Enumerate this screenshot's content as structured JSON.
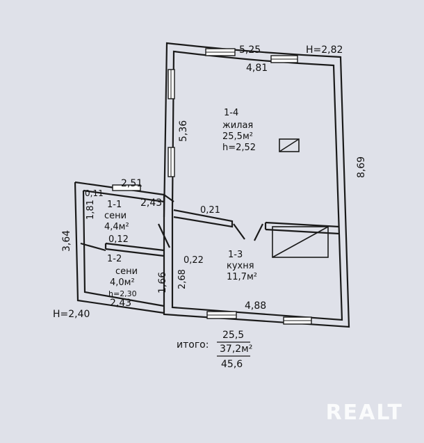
{
  "watermark": "REALT",
  "heights": {
    "main": "H=2,82",
    "annex": "H=2,40"
  },
  "rooms": {
    "r14": {
      "num": "1-4",
      "name": "жилая",
      "area": "25,5м²",
      "height": "h=2,52"
    },
    "r13": {
      "num": "1-3",
      "name": "кухня",
      "area": "11,7м²"
    },
    "r11": {
      "num": "1-1",
      "name": "сени",
      "area": "4,4м²"
    },
    "r12": {
      "num": "1-2",
      "name": "сени",
      "area": "4,0м²",
      "height": "h=2,30"
    }
  },
  "dims": {
    "top_outer": "5,25",
    "top_inner": "4,81",
    "right_outer": "8,69",
    "room14_left": "5,36",
    "partition": "0,21",
    "annex_top_outer": "2,51",
    "annex_top_inner": "2,43",
    "annex_wall": "0,11",
    "annex_left_outer": "3,64",
    "annex_left_inner": "1,81",
    "annex_partition": "0,12",
    "annex_bottom": "2,43",
    "annex_lower_side": "1,66",
    "kitchen_wall": "0,22",
    "kitchen_left": "2,68",
    "kitchen_bottom": "4,88"
  },
  "totals": {
    "label": "итого:",
    "living": "25,5",
    "total": "37,2м²",
    "overall": "45,6"
  }
}
